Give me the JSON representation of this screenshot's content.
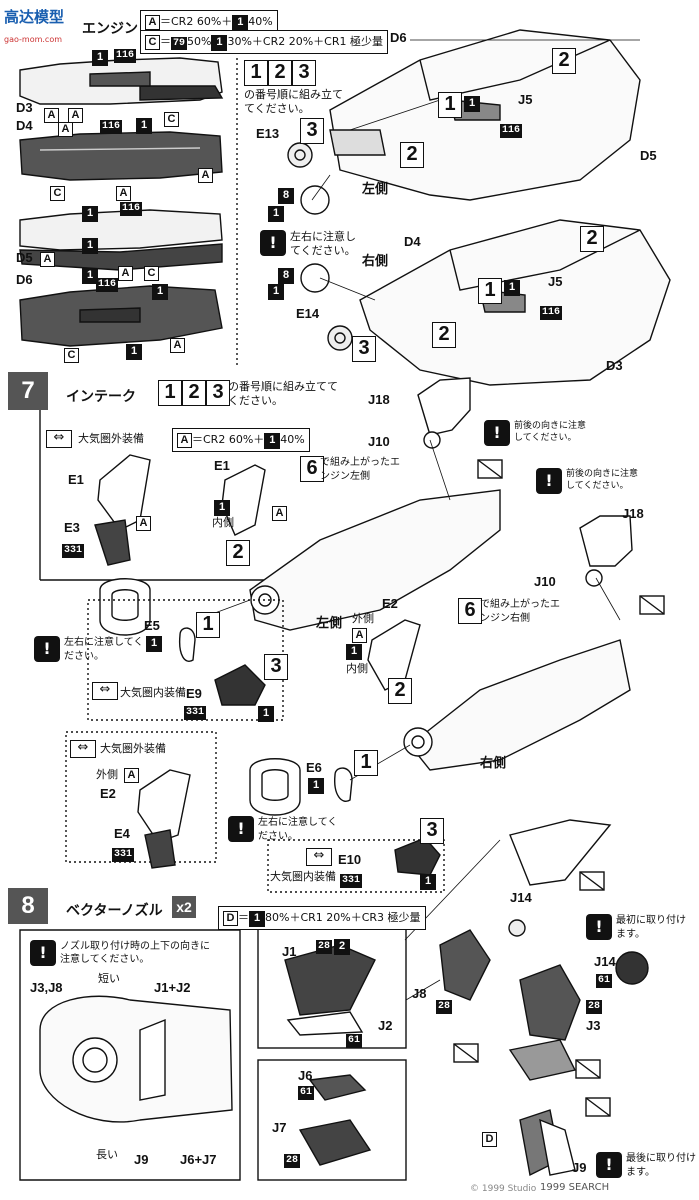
{
  "watermark": {
    "logo_text": "高达模型",
    "url": "gao-mom.com"
  },
  "engine": {
    "title": "エンジン",
    "formula_a": {
      "letter": "A",
      "text": "＝CR2 60%＋",
      "num": "1",
      "pct": "40%"
    },
    "formula_c": {
      "letter": "C",
      "text": "＝",
      "code": "79",
      "rest": "50%",
      "num": "1",
      "rest2": "30%＋CR2 20%＋CR1 極少量"
    },
    "steps": [
      "1",
      "2",
      "3"
    ],
    "step_text": "の番号順に組み立ててください。",
    "labels": {
      "d3": "D3",
      "d4": "D4",
      "d5": "D5",
      "d6": "D6",
      "d5b": "D5",
      "d6b": "D6",
      "d3b": "D3",
      "d4b": "D4",
      "j5a": "J5",
      "j5b": "J5",
      "e13": "E13",
      "e14": "E14",
      "left": "左側",
      "right": "右側"
    },
    "note": "左右に注意してください。",
    "parts": {
      "p8": "8",
      "p1": "1",
      "p116": "116",
      "p2": "2",
      "p3": "3",
      "pa": "A",
      "pc": "C"
    }
  },
  "intake": {
    "section": "7",
    "title": "インテーク",
    "steps": [
      "1",
      "2",
      "3"
    ],
    "step_text": "の番号順に組み立ててください。",
    "formula": {
      "letter": "A",
      "text": "＝CR2 60%＋",
      "num": "1",
      "pct": "40%"
    },
    "outer_label": "大気圏外装備",
    "inner_label": "大気圏内装備",
    "inner_side": "内側",
    "outer_side": "外側",
    "note_lr": "左右に注意してください。",
    "note_dir": "前後の向きに注意してください。",
    "made_left": "で組み上がったエンジン左側",
    "made_right": "で組み上がったエンジン右側",
    "step6": "6",
    "left": "左側",
    "right": "右側",
    "labels": {
      "e1": "E1",
      "e1b": "E1",
      "e3": "E3",
      "e5": "E5",
      "e9": "E9",
      "e2": "E2",
      "e2b": "E2",
      "e4": "E4",
      "e6": "E6",
      "e10": "E10",
      "j18a": "J18",
      "j10a": "J10",
      "j18b": "J18",
      "j10b": "J10"
    },
    "codes": {
      "c331": "331"
    }
  },
  "nozzle": {
    "section": "8",
    "title": "ベクターノズル",
    "qty": "x2",
    "formula": {
      "letter": "D",
      "text": "＝",
      "num": "1",
      "rest": "80%＋CR1 20%＋CR3 極少量"
    },
    "note_top": "ノズル取り付け時の上下の向きに注意してください。",
    "note_first": "最初に取り付けます。",
    "note_last": "最後に取り付けます。",
    "short": "短い",
    "long": "長い",
    "labels": {
      "j3j8": "J3,J8",
      "j1j2": "J1+J2",
      "j9": "J9",
      "j6j7": "J6+J7",
      "j1": "J1",
      "j2": "J2",
      "j6": "J6",
      "j7": "J7",
      "j14": "J14",
      "j14b": "J14",
      "j8": "J8",
      "j3": "J3",
      "j9b": "J9",
      "d": "D"
    },
    "codes": {
      "c28": "28",
      "c61": "61",
      "c2": "2"
    }
  },
  "footer": {
    "copyright": "© 1999 Studio",
    "brand": "1999 SEARCH"
  }
}
